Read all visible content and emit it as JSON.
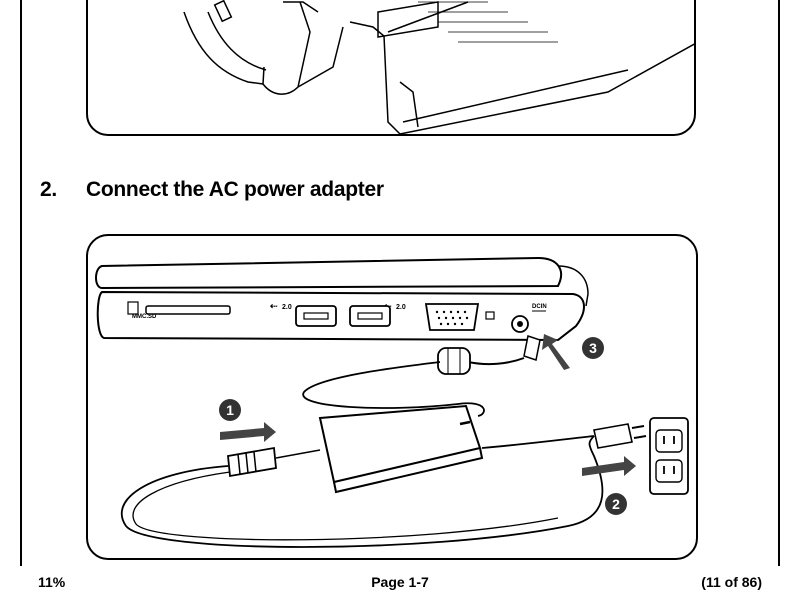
{
  "heading": {
    "number": "2.",
    "text": "Connect the AC power adapter"
  },
  "diagram": {
    "card_slot_label": "MMC.SD",
    "usb_label_1": "2.0",
    "usb_label_2": "2.0",
    "dc_label": "DCIN",
    "steps": [
      "1",
      "2",
      "3"
    ]
  },
  "footer": {
    "zoom": "11%",
    "page": "Page 1-7",
    "count": "(11 of 86)"
  }
}
